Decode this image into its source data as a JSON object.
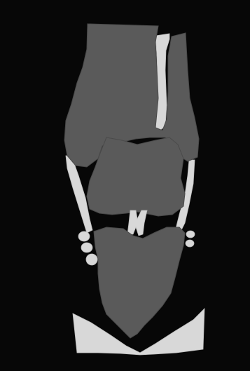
{
  "figure": {
    "background_color": "#070707",
    "bone_color": "#5a5a5a",
    "bone_edge_color": "#4a4a4a",
    "ligament_color": "#d8d8d8",
    "ligament_edge_color": "#bdbdbd",
    "parts": [
      "upper-bone",
      "thin-lateral-bone",
      "middle-bone",
      "lower-bone",
      "left-ligament",
      "right-ligament",
      "cruciate-ligaments",
      "left-sesamoids",
      "right-sesamoids",
      "base-cartilage"
    ]
  }
}
